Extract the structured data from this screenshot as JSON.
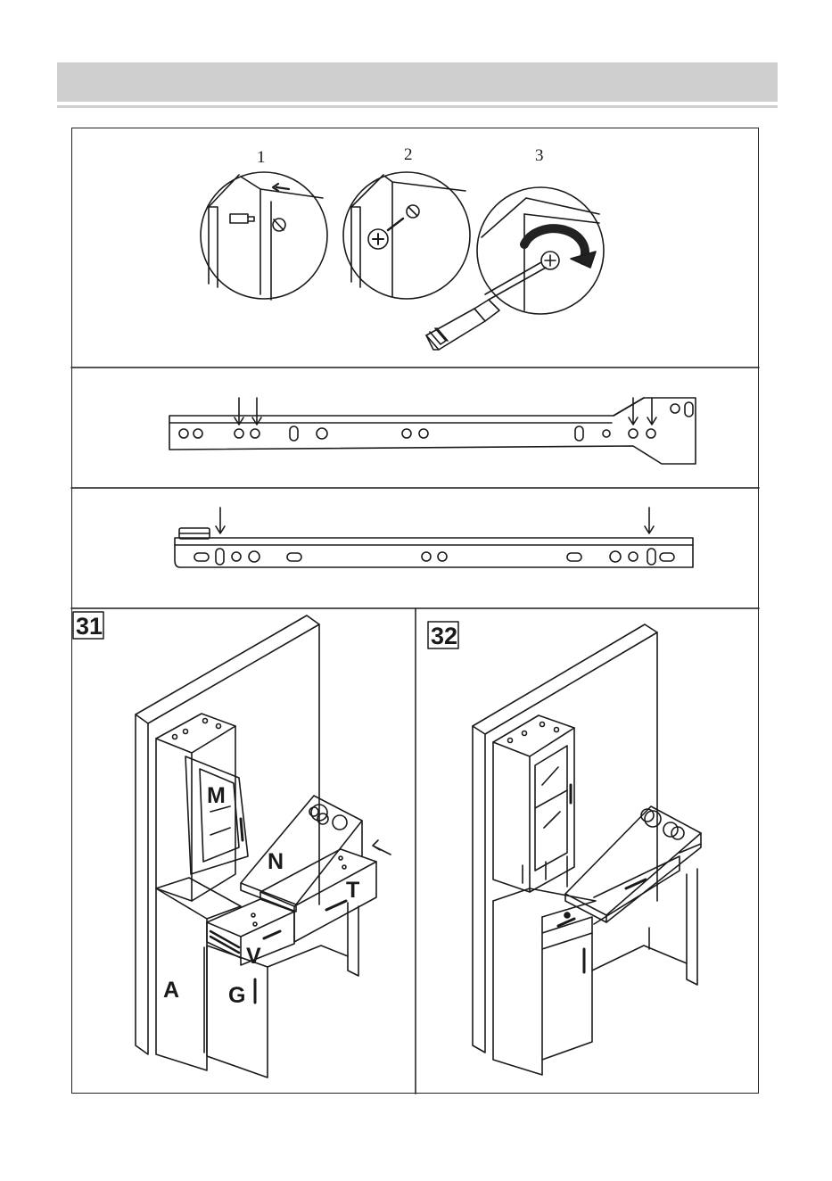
{
  "top_panel": {
    "step_numbers": [
      "1",
      "2",
      "3"
    ]
  },
  "assembly_steps": [
    {
      "number": "31",
      "part_labels": {
        "M": "M",
        "N": "N",
        "T": "T",
        "V": "V",
        "A": "A",
        "G": "G"
      }
    },
    {
      "number": "32"
    }
  ],
  "icons": [
    "cam-lock-icon",
    "screw-icon",
    "screwdriver-icon",
    "rotation-arrow-icon",
    "drawer-rail-icon",
    "pointer-arrow-icon"
  ]
}
